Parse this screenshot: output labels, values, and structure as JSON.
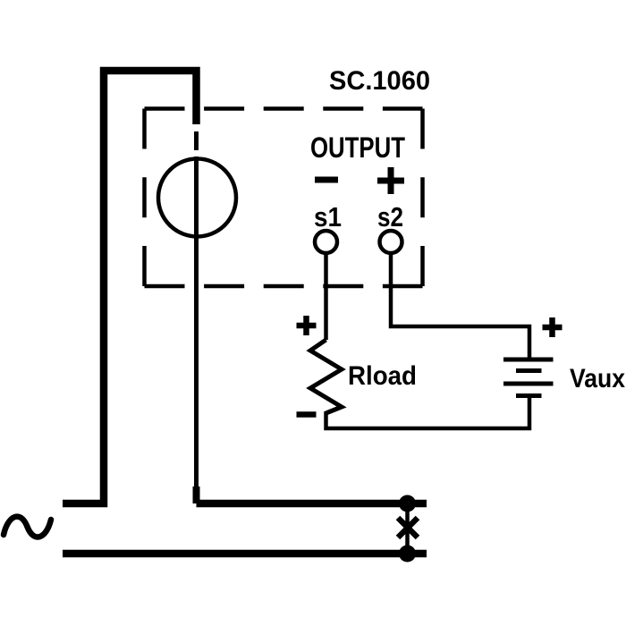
{
  "diagram": {
    "module": {
      "model_label": "SC.1060",
      "section_label": "OUTPUT",
      "terminals": [
        {
          "id": "s1",
          "polarity": "−",
          "polarity_icon": "minus-icon"
        },
        {
          "id": "s2",
          "polarity": "+",
          "polarity_icon": "plus-icon"
        }
      ],
      "sensor": "current-transformer-circle"
    },
    "load": {
      "label": "Rload",
      "polarity_top": "+",
      "polarity_bottom": "−",
      "component": "resistor"
    },
    "aux_source": {
      "label": "Vaux",
      "polarity_top": "+",
      "component": "battery"
    },
    "ac_line": {
      "symbol": "∼",
      "icon": "ac-wave-icon"
    },
    "junction": {
      "icon": "x-mark-icon",
      "connection_dots": 2
    }
  },
  "colors": {
    "ink": "#000000",
    "paper": "#ffffff"
  }
}
